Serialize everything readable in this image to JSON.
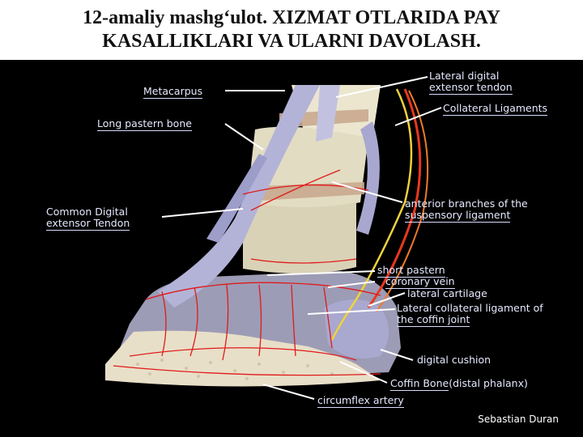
{
  "slide": {
    "title_line1": "12-amaliy mashg‘ulot. XIZMAT OTLARIDA PAY",
    "title_line2": "KASALLIKLARI VA ULARNI DAVOLASH."
  },
  "labels": {
    "metacarpus": "Metacarpus",
    "long_pastern": "Long pastern bone",
    "common_digital_1": "Common Digital",
    "common_digital_2": "extensor Tendon",
    "lateral_digital_1": "Lateral digital",
    "lateral_digital_2": "extensor tendon",
    "collateral_ligaments": "Collateral Ligaments",
    "anterior_branches_1": "anterior branches of the",
    "anterior_branches_2": "suspensory ligament",
    "short_pastern": "short pastern",
    "coronary_vein": "coronary vein",
    "lateral_cartilage": "lateral cartilage",
    "lateral_collateral_1": "Lateral collateral ligament of",
    "lateral_collateral_2": "the coffin joint",
    "digital_cushion": "digital cushion",
    "coffin_bone_a": "Coffin Bone",
    "coffin_bone_b": "(distal phalanx)",
    "circumflex_artery": "circumflex artery"
  },
  "credit": "Sebastian Duran"
}
